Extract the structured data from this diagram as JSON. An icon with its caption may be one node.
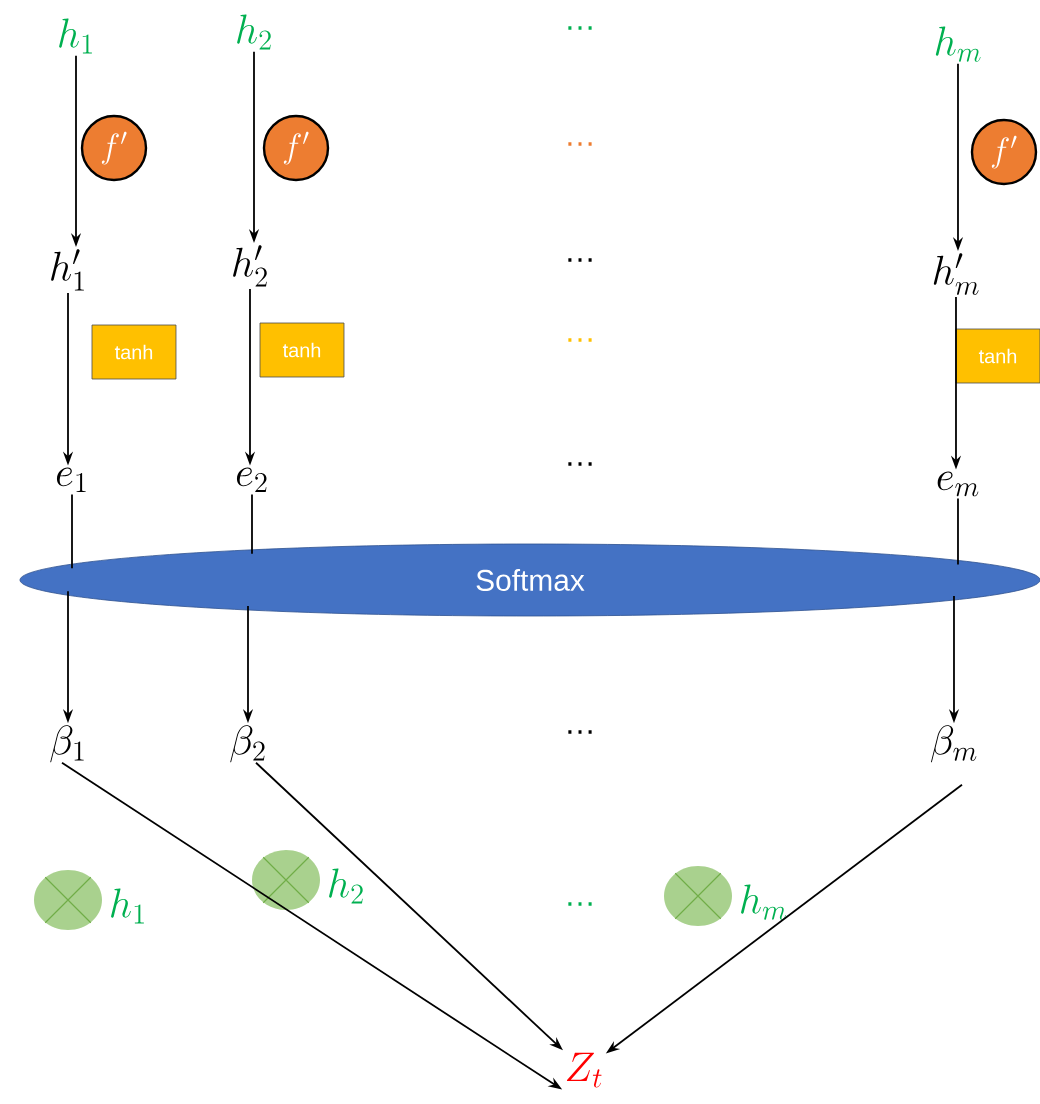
{
  "diagram": {
    "nodes": [
      {
        "text": [
          "h_1"
        ]
      },
      {
        "text": [
          "h_2"
        ]
      },
      {
        "text": [
          "h_m"
        ]
      },
      {
        "text": [
          "f'"
        ]
      },
      {
        "text": [
          "f'"
        ]
      },
      {
        "text": [
          "f'"
        ]
      },
      {
        "text": [
          "h'_1"
        ]
      },
      {
        "text": [
          "h'_2"
        ]
      },
      {
        "text": [
          "h'_m"
        ]
      },
      {
        "text": [
          "tanh"
        ]
      },
      {
        "text": [
          "tanh"
        ]
      },
      {
        "text": [
          "tanh"
        ]
      },
      {
        "text": [
          "e_1"
        ]
      },
      {
        "text": [
          "e_2"
        ]
      },
      {
        "text": [
          "e_m"
        ]
      },
      {
        "text": [
          "Softmax"
        ]
      },
      {
        "text": [
          "\\beta_1"
        ]
      },
      {
        "text": [
          "\\beta_2"
        ]
      },
      {
        "text": [
          "\\beta_m"
        ]
      },
      {
        "text": [],
        "shape": "circle",
        "beside": [
          "h_1"
        ]
      },
      {
        "text": [],
        "shape": "circle",
        "beside": [
          "h_2"
        ]
      },
      {
        "text": [],
        "shape": "circle",
        "beside": [
          "h_m"
        ]
      },
      {
        "text": [
          "Z_t"
        ]
      }
    ],
    "edges": [
      {
        "from": 0,
        "to": 6,
        "arrow": "to"
      },
      {
        "from": 1,
        "to": 7,
        "arrow": "to"
      },
      {
        "from": 2,
        "to": 8,
        "arrow": "to"
      },
      {
        "from": 6,
        "to": 12,
        "arrow": "to"
      },
      {
        "from": 7,
        "to": 13,
        "arrow": "to"
      },
      {
        "from": 8,
        "to": 14,
        "arrow": "to"
      },
      {
        "from": 12,
        "to": 15,
        "arrow": "none"
      },
      {
        "from": 13,
        "to": 15,
        "arrow": "none"
      },
      {
        "from": 14,
        "to": 15,
        "arrow": "none"
      },
      {
        "from": 15,
        "to": 16,
        "arrow": "to"
      },
      {
        "from": 15,
        "to": 17,
        "arrow": "to"
      },
      {
        "from": 15,
        "to": 18,
        "arrow": "to"
      },
      {
        "from": 16,
        "to": 22,
        "arrow": "to"
      },
      {
        "from": 17,
        "to": 22,
        "arrow": "to"
      },
      {
        "from": 18,
        "to": 22,
        "arrow": "to"
      }
    ],
    "labels": [
      "…",
      "…",
      "…",
      "…",
      "…",
      "…",
      "…"
    ]
  }
}
